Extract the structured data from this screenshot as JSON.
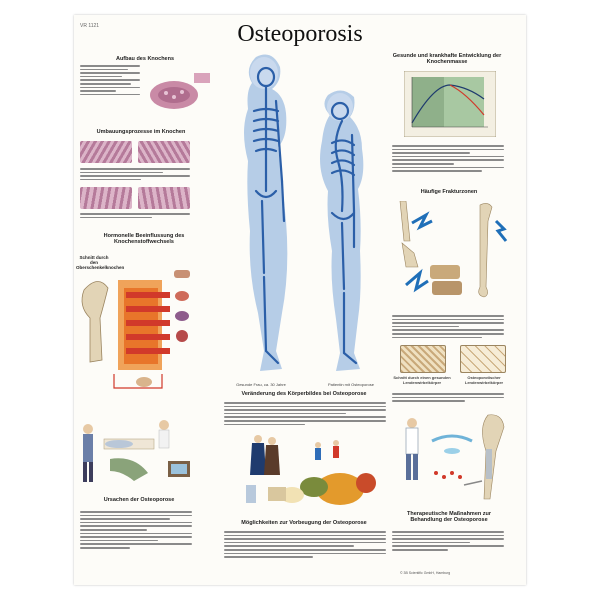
{
  "poster": {
    "title": "Osteoporosis",
    "code": "VR 1121"
  },
  "left_column": {
    "section1_heading": "Aufbau des Knochens",
    "section2_heading": "Umbauungsprozesse im Knochen",
    "section3_heading": "Hormonelle Beeinflussung des Knochenstoffwechsels",
    "femur_label": "Schnitt durch den Oberschenkelknochen",
    "causes_heading": "Ursachen der Osteoporose"
  },
  "center_column": {
    "caption_left": "Gesunde Frau, ca. 30 Jahre",
    "caption_right": "Patientin mit Osteoporose",
    "body_change_heading": "Veränderung des Körperbildes bei Osteoporose",
    "prevention_heading": "Möglichkeiten zur Vorbeugung der Osteoporose"
  },
  "right_column": {
    "graph_heading": "Gesunde und krankhafte Entwicklung der Knochenmasse",
    "fracture_heading": "Häufige Frakturzonen",
    "vertebra_left_label": "Schnitt durch einen gesunden Lendenwirbelkörper",
    "vertebra_right_label": "Osteoporotischer Lendenwirbelkörper",
    "therapy_heading": "Therapeutische Maßnahmen zur Behandlung der Osteoporose",
    "copyright": "© 3B Scientific GmbH, Hamburg"
  },
  "colors": {
    "skeleton": "#2b5fa8",
    "body_outline": "#a9c4e4",
    "bone_tissue": "#c98aa6",
    "hormone_orange": "#e8752a"
  }
}
